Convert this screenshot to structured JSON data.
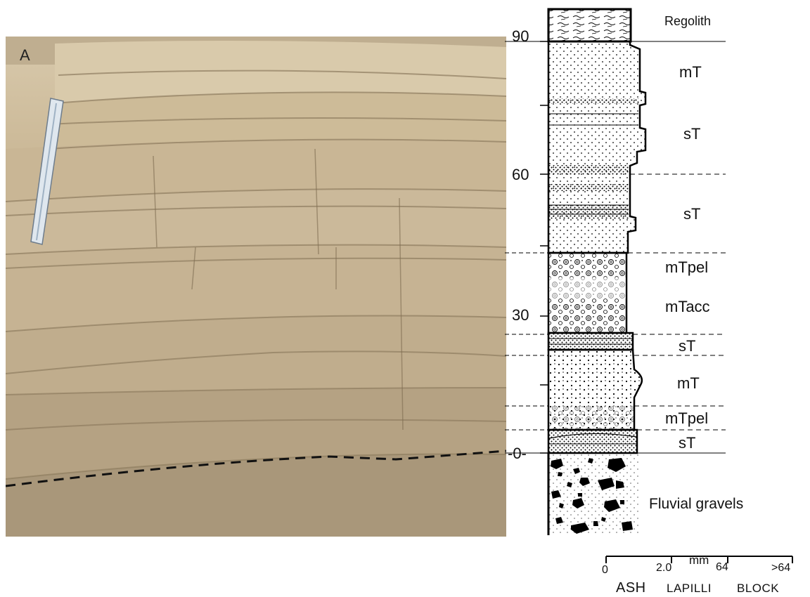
{
  "photo": {
    "panel_label": "A"
  },
  "column": {
    "y_ticks": [
      "90",
      "60",
      "30",
      "-0-"
    ],
    "units": [
      {
        "code": "Regolith"
      },
      {
        "code": "mT"
      },
      {
        "code": "sT"
      },
      {
        "code": "sT"
      },
      {
        "code": "mTpel"
      },
      {
        "code": "mTacc"
      },
      {
        "code": "sT"
      },
      {
        "code": "mT"
      },
      {
        "code": "mTpel"
      },
      {
        "code": "sT"
      },
      {
        "code": "Fluvial gravels"
      }
    ]
  },
  "grain_scale": {
    "ticks": [
      "0",
      "2.0",
      "64",
      ">64"
    ],
    "unit": "mm",
    "classes": [
      "ASH",
      "LAPILLI",
      "BLOCK"
    ]
  },
  "colors": {
    "line": "#000000",
    "photo_tone": "#c7b596"
  }
}
